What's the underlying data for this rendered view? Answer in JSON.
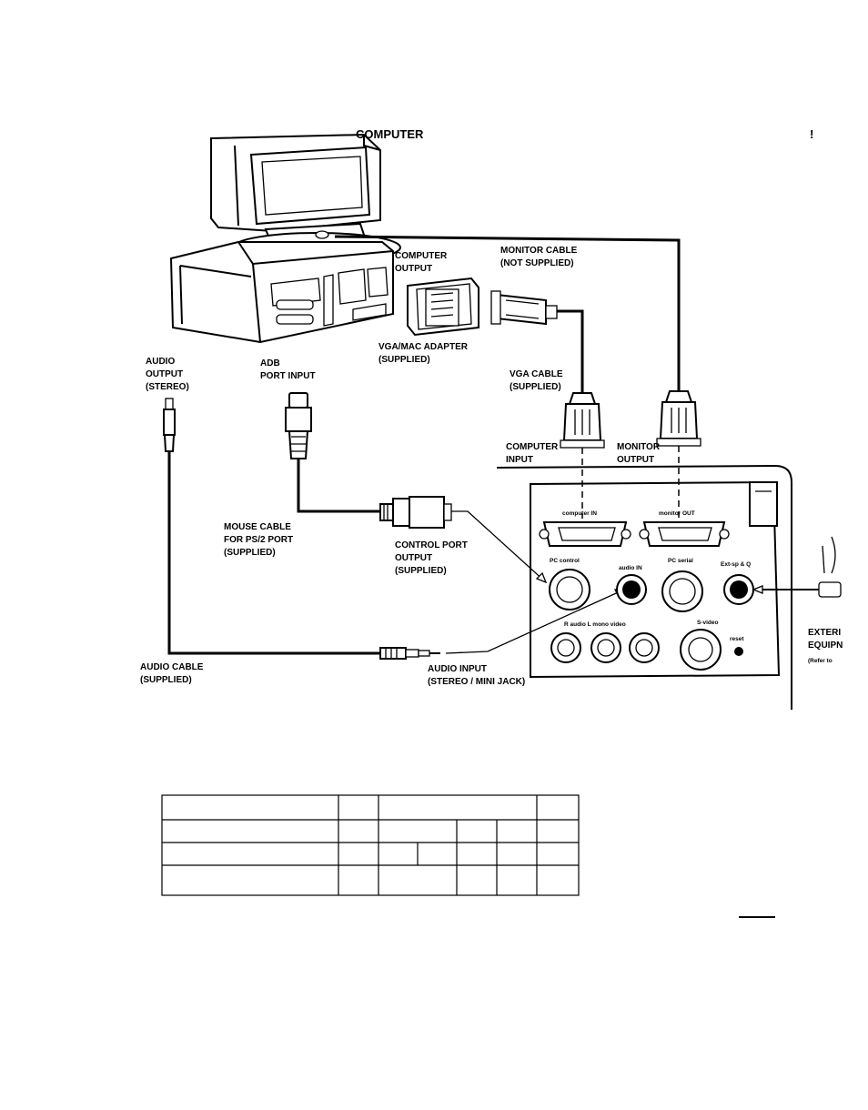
{
  "labels": {
    "computer": "COMPUTER",
    "computer_output": [
      "COMPUTER",
      "OUTPUT"
    ],
    "monitor_cable": [
      "MONITOR CABLE",
      "(NOT SUPPLIED)"
    ],
    "vga_mac_adapter": [
      "VGA/MAC ADAPTER",
      "(SUPPLIED)"
    ],
    "audio_output": [
      "AUDIO",
      "OUTPUT",
      "(STEREO)"
    ],
    "adb_port_input": [
      "ADB",
      "PORT INPUT"
    ],
    "vga_cable": [
      "VGA CABLE",
      "(SUPPLIED)"
    ],
    "computer_input": [
      "COMPUTER",
      "INPUT"
    ],
    "monitor_output": [
      "MONITOR",
      "OUTPUT"
    ],
    "mouse_cable": [
      "MOUSE CABLE",
      "FOR PS/2 PORT",
      "(SUPPLIED)"
    ],
    "control_port_output": [
      "CONTROL PORT",
      "OUTPUT",
      "(SUPPLIED)"
    ],
    "audio_cable": [
      "AUDIO CABLE",
      "(SUPPLIED)"
    ],
    "audio_input": [
      "AUDIO INPUT",
      "(STEREO / MINI JACK)"
    ],
    "external_equipment": [
      "EXTERI",
      "EQUIPN",
      "(Refer to"
    ],
    "mark": "!"
  },
  "panel_labels": {
    "computer_in": "computer IN",
    "monitor_out": "monitor OUT",
    "pc_control": "PC control",
    "audio_in": "audio IN",
    "pc_serial": "PC serial",
    "ext_sp_sq": "Ext-sp & Q",
    "audio_lr": "R  audio  L  mono  video",
    "s_video": "S-video",
    "reset": "reset"
  }
}
